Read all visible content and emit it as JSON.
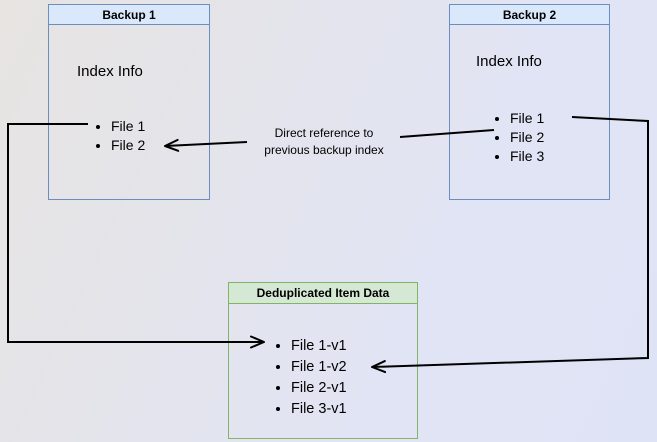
{
  "diagram": {
    "backup1": {
      "title": "Backup 1",
      "index_label": "Index Info",
      "files": [
        "File 1",
        "File 2"
      ]
    },
    "backup2": {
      "title": "Backup 2",
      "index_label": "Index Info",
      "files": [
        "File 1",
        "File 2",
        "File 3"
      ]
    },
    "dedup": {
      "title": "Deduplicated Item Data",
      "files": [
        "File 1-v1",
        "File 1-v2",
        "File 2-v1",
        "File 3-v1"
      ]
    },
    "annotation": {
      "line1": "Direct reference to",
      "line2": "previous backup index"
    }
  },
  "colors": {
    "backup_header_fill": "#dae8fc",
    "backup_border": "#6c8ebf",
    "dedup_header_fill": "#d5e8d4",
    "dedup_border": "#82b366",
    "arrow": "#000000",
    "background_top_left": "#e7e4e1",
    "background_bottom_right": "#dfe3f6"
  }
}
